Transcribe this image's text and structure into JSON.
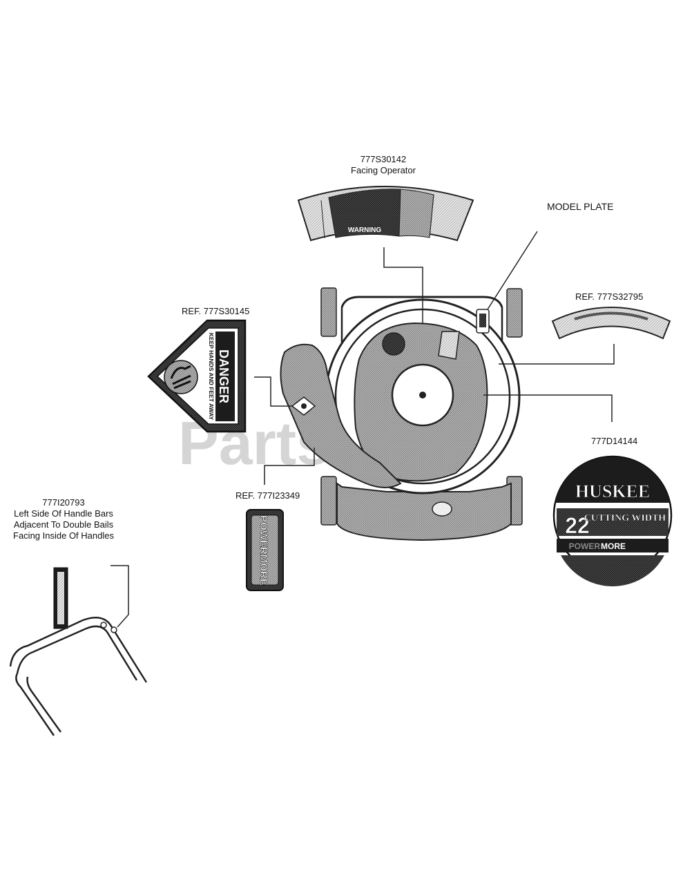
{
  "labels": {
    "operator_decal": {
      "part": "777S30142",
      "location": "Facing Operator"
    },
    "model_plate": "MODEL PLATE",
    "danger_decal": "REF. 777S30145",
    "side_decal": "REF. 777S32795",
    "hood_decal": "777D14144",
    "engine_decal": "REF. 777I23349",
    "handle_decal": {
      "part": "777I20793",
      "line1": "Left Side Of Handle Bars",
      "line2": "Adjacent To Double Bails",
      "line3": "Facing Inside Of Handles"
    }
  },
  "decal_text": {
    "danger_title": "DANGER",
    "danger_sub": "KEEP HANDS AND FEET AWAY",
    "warning": "WARNING",
    "huskee_brand": "HUSKEE",
    "cutting_size": "22",
    "cutting_label": "CUTTING WIDTH",
    "powermore_a": "POWER",
    "powermore_b": "MORE",
    "engine_brand": "POWERMORE"
  },
  "watermark": {
    "text": "PartsTree",
    "tm": "™"
  },
  "colors": {
    "line": "#222222",
    "decal_dark": "#1c1c1c",
    "watermark": "#c8c8c8"
  }
}
